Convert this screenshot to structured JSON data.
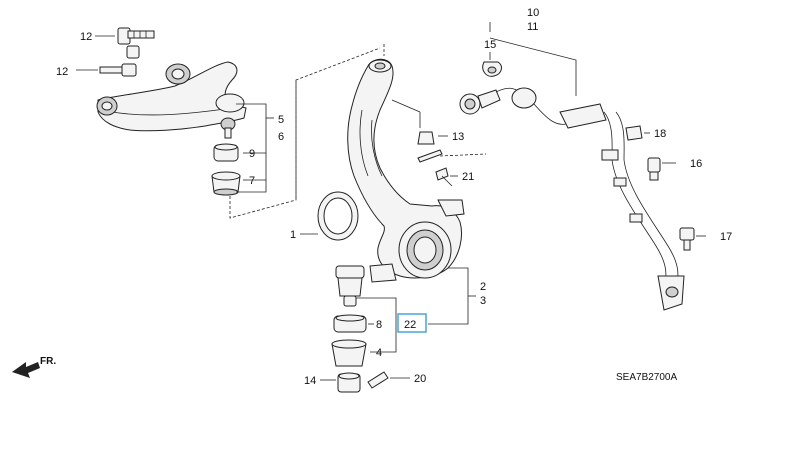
{
  "diagram": {
    "code": "SEA7B2700A",
    "front_label": "FR.",
    "highlighted_callout": "22",
    "callouts": [
      {
        "key": "c1",
        "text": "1"
      },
      {
        "key": "c2",
        "text": "2"
      },
      {
        "key": "c3",
        "text": "3"
      },
      {
        "key": "c4",
        "text": "4"
      },
      {
        "key": "c5",
        "text": "5"
      },
      {
        "key": "c6",
        "text": "6"
      },
      {
        "key": "c7",
        "text": "7"
      },
      {
        "key": "c8",
        "text": "8"
      },
      {
        "key": "c9",
        "text": "9"
      },
      {
        "key": "c10",
        "text": "10"
      },
      {
        "key": "c11",
        "text": "11"
      },
      {
        "key": "c12a",
        "text": "12"
      },
      {
        "key": "c12b",
        "text": "12"
      },
      {
        "key": "c13",
        "text": "13"
      },
      {
        "key": "c14",
        "text": "14"
      },
      {
        "key": "c15",
        "text": "15"
      },
      {
        "key": "c16",
        "text": "16"
      },
      {
        "key": "c17",
        "text": "17"
      },
      {
        "key": "c18",
        "text": "18"
      },
      {
        "key": "c20",
        "text": "20"
      },
      {
        "key": "c21",
        "text": "21"
      },
      {
        "key": "c22",
        "text": "22"
      }
    ]
  }
}
